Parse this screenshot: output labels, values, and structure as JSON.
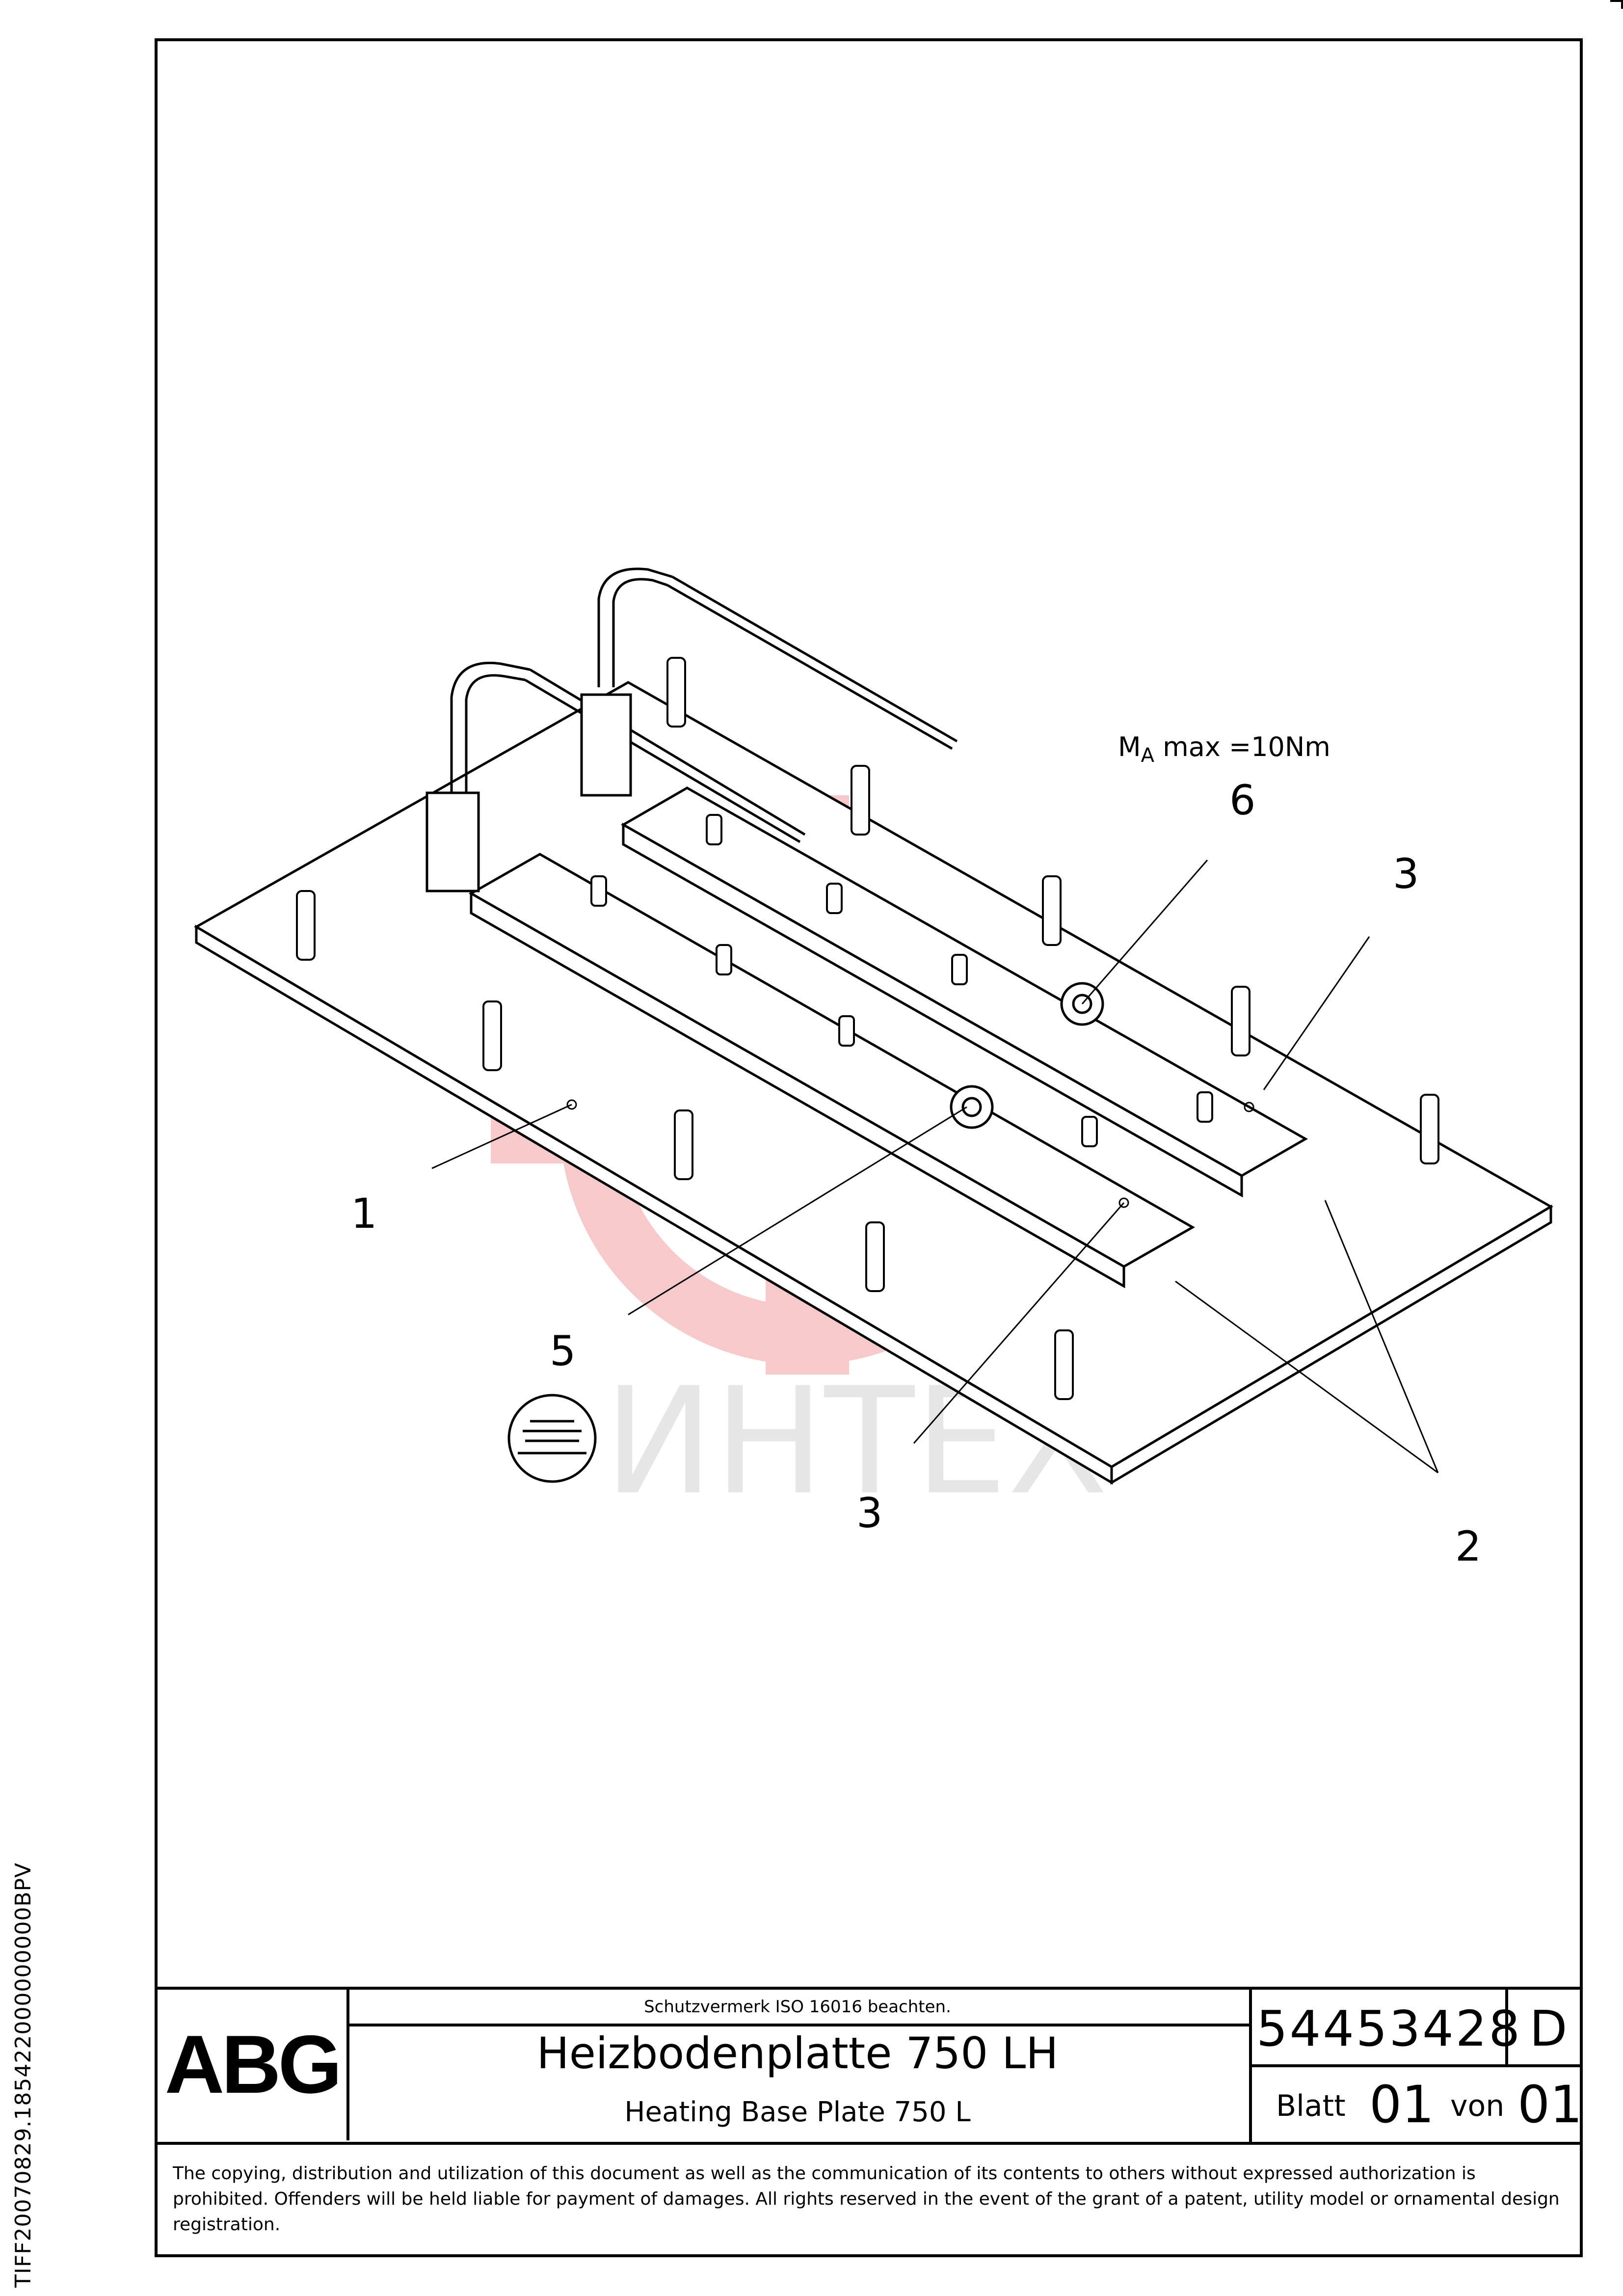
{
  "drawing": {
    "torque_prefix": "M",
    "torque_sub": "A",
    "torque_rest": " max =10Nm",
    "callouts": {
      "c1": "1",
      "c2": "2",
      "c3a": "3",
      "c3b": "3",
      "c5": "5",
      "c6": "6"
    },
    "watermark": "ИНТЕХ"
  },
  "title_block": {
    "logo": "ABG",
    "notice": "Schutzvermerk ISO 16016 beachten.",
    "title_de": "Heizbodenplatte 750 LH",
    "title_en": "Heating Base Plate 750 L",
    "drawing_number": "54453428",
    "revision": "D",
    "sheet_label": "Blatt",
    "sheet_no": "01",
    "of_label": "von",
    "sheet_total": "01",
    "copyright": "The copying, distribution and utilization of this document as well as the communication of its contents to others without expressed authorization is prohibited. Offenders will be held liable for payment of damages. All rights reserved in the event of the grant of a patent, utility model or ornamental design registration."
  },
  "side_code": "TIFF20070829.185422000000000BPV",
  "colors": {
    "line": "#000000",
    "watermark_red": "#f6caca",
    "watermark_gray": "#e6e6e6"
  }
}
